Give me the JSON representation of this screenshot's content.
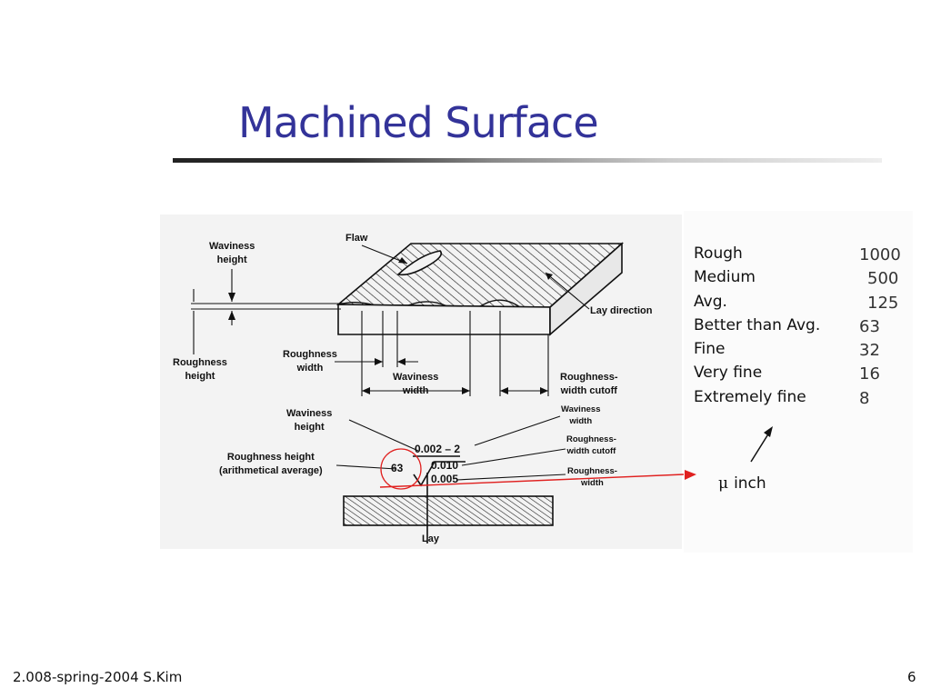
{
  "slide": {
    "title": "Machined Surface",
    "footer_left": "2.008-spring-2004  S.Kim",
    "page_number": "6"
  },
  "figure": {
    "labels": {
      "flaw": "Flaw",
      "waviness_height_top": [
        "Waviness",
        "height"
      ],
      "lay_direction": "Lay direction",
      "roughness_height": [
        "Roughness",
        "height"
      ],
      "roughness_width": [
        "Roughness",
        "width"
      ],
      "waviness_width": [
        "Waviness",
        "width"
      ],
      "roughness_width_cutoff": [
        "Roughness-",
        "width cutoff"
      ],
      "waviness_height_sym": [
        "Waviness",
        "height"
      ],
      "roughness_height_avg": [
        "Roughness height",
        "(arithmetical average)"
      ],
      "waviness_width_sym": [
        "Waviness",
        "width"
      ],
      "roughness_width_cutoff_sym": [
        "Roughness-",
        "width cutoff"
      ],
      "roughness_width_sym": [
        "Roughness-",
        "width"
      ],
      "lay": "Lay"
    },
    "symbol": {
      "waviness": "0.002 – 2",
      "roughness_value": "63",
      "cutoff": "0.010",
      "width": "0.005"
    }
  },
  "roughness_table": {
    "rows": [
      {
        "label": "Rough",
        "value": "1000"
      },
      {
        "label": "Medium",
        "value": "500"
      },
      {
        "label": "Avg.",
        "value": "125"
      },
      {
        "label": "Better than Avg.",
        "value": "63"
      },
      {
        "label": "Fine",
        "value": "32"
      },
      {
        "label": "Very fine",
        "value": "16"
      },
      {
        "label": "Extremely fine",
        "value": "8"
      }
    ],
    "unit_symbol": "μ",
    "unit_text": "inch"
  },
  "colors": {
    "title": "#333399",
    "annotation_red": "#e0201f"
  }
}
